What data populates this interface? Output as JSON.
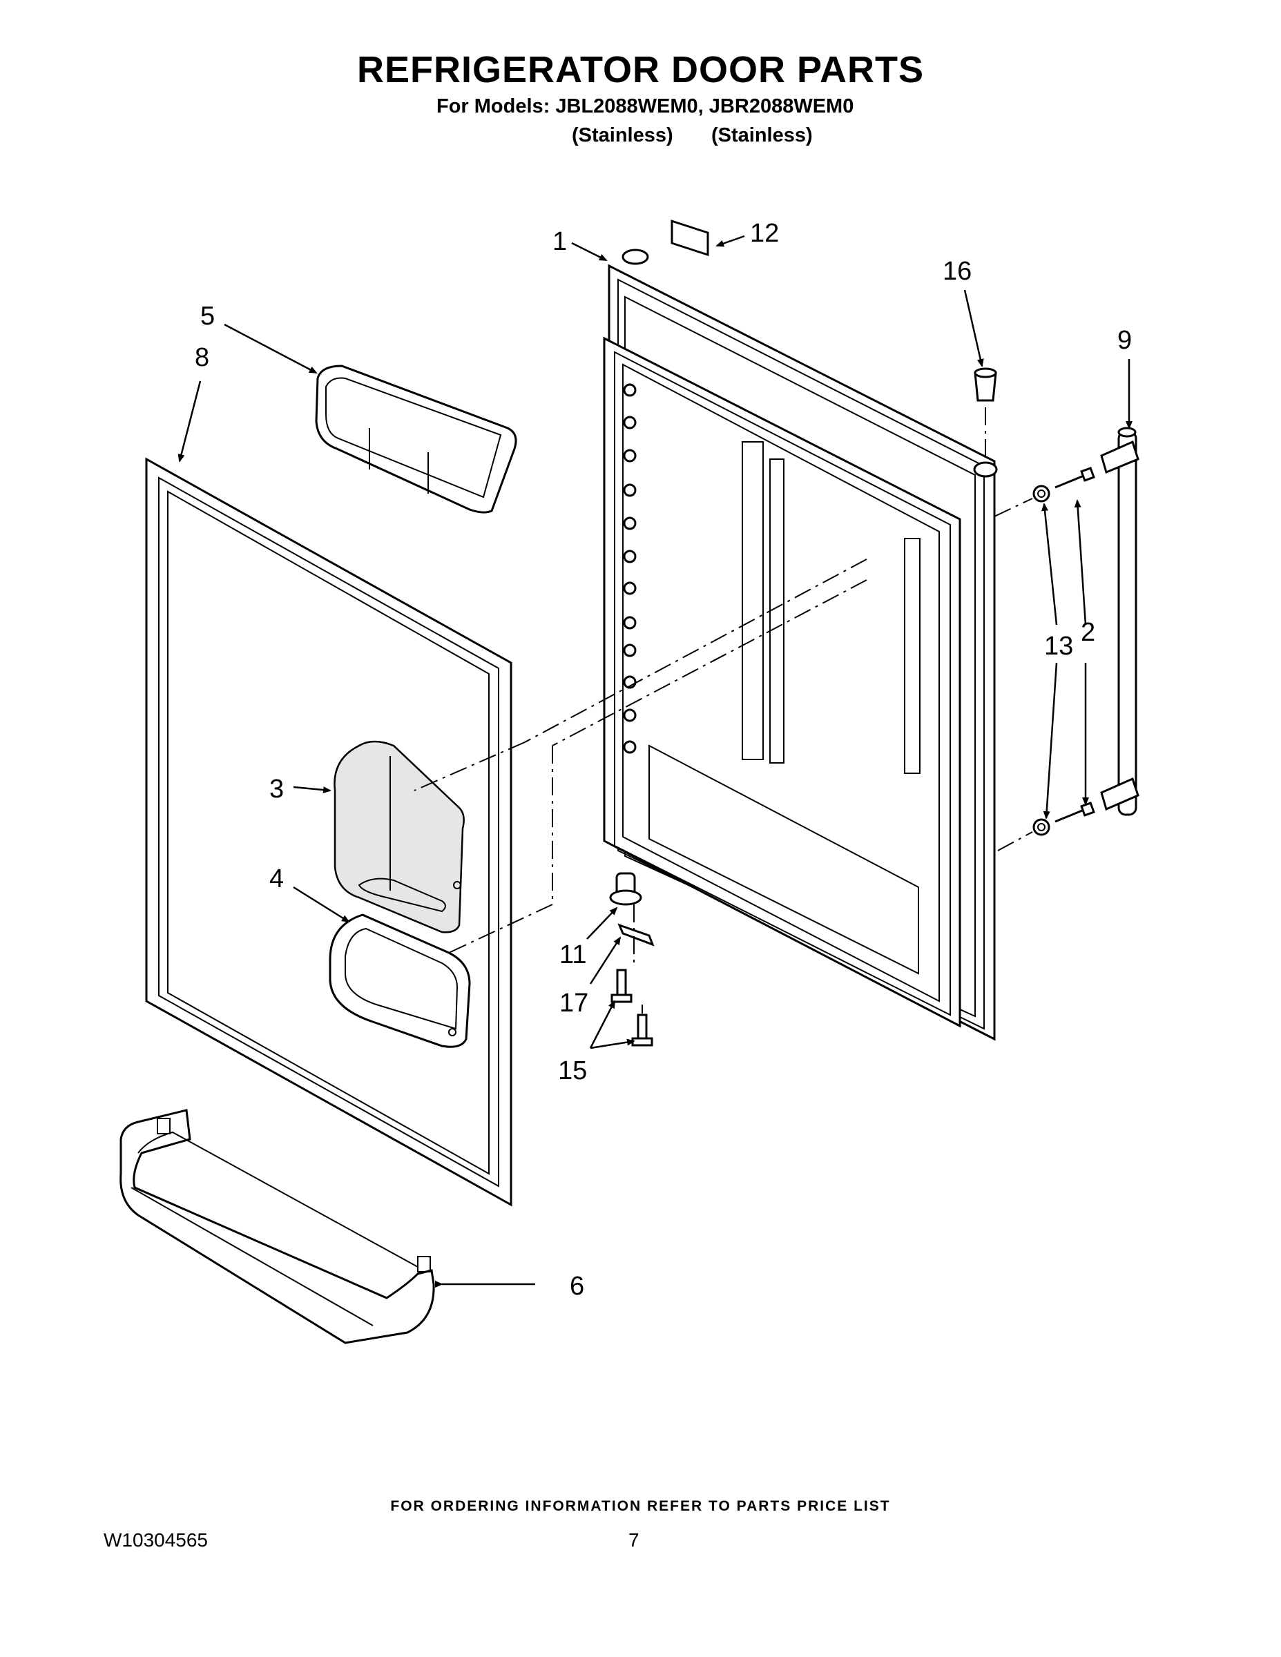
{
  "header": {
    "title": "REFRIGERATOR DOOR PARTS",
    "models": "For Models: JBL2088WEM0, JBR2088WEM0",
    "variant_1": "(Stainless)",
    "variant_2": "(Stainless)"
  },
  "callouts": {
    "c1": "1",
    "c2": "2",
    "c3": "3",
    "c4": "4",
    "c5": "5",
    "c6": "6",
    "c8": "8",
    "c9": "9",
    "c11": "11",
    "c12": "12",
    "c13": "13",
    "c15": "15",
    "c16": "16",
    "c17": "17"
  },
  "footer": {
    "ordering_note": "FOR ORDERING INFORMATION REFER TO PARTS PRICE LIST",
    "document_number": "W10304565",
    "page_number": "7"
  }
}
